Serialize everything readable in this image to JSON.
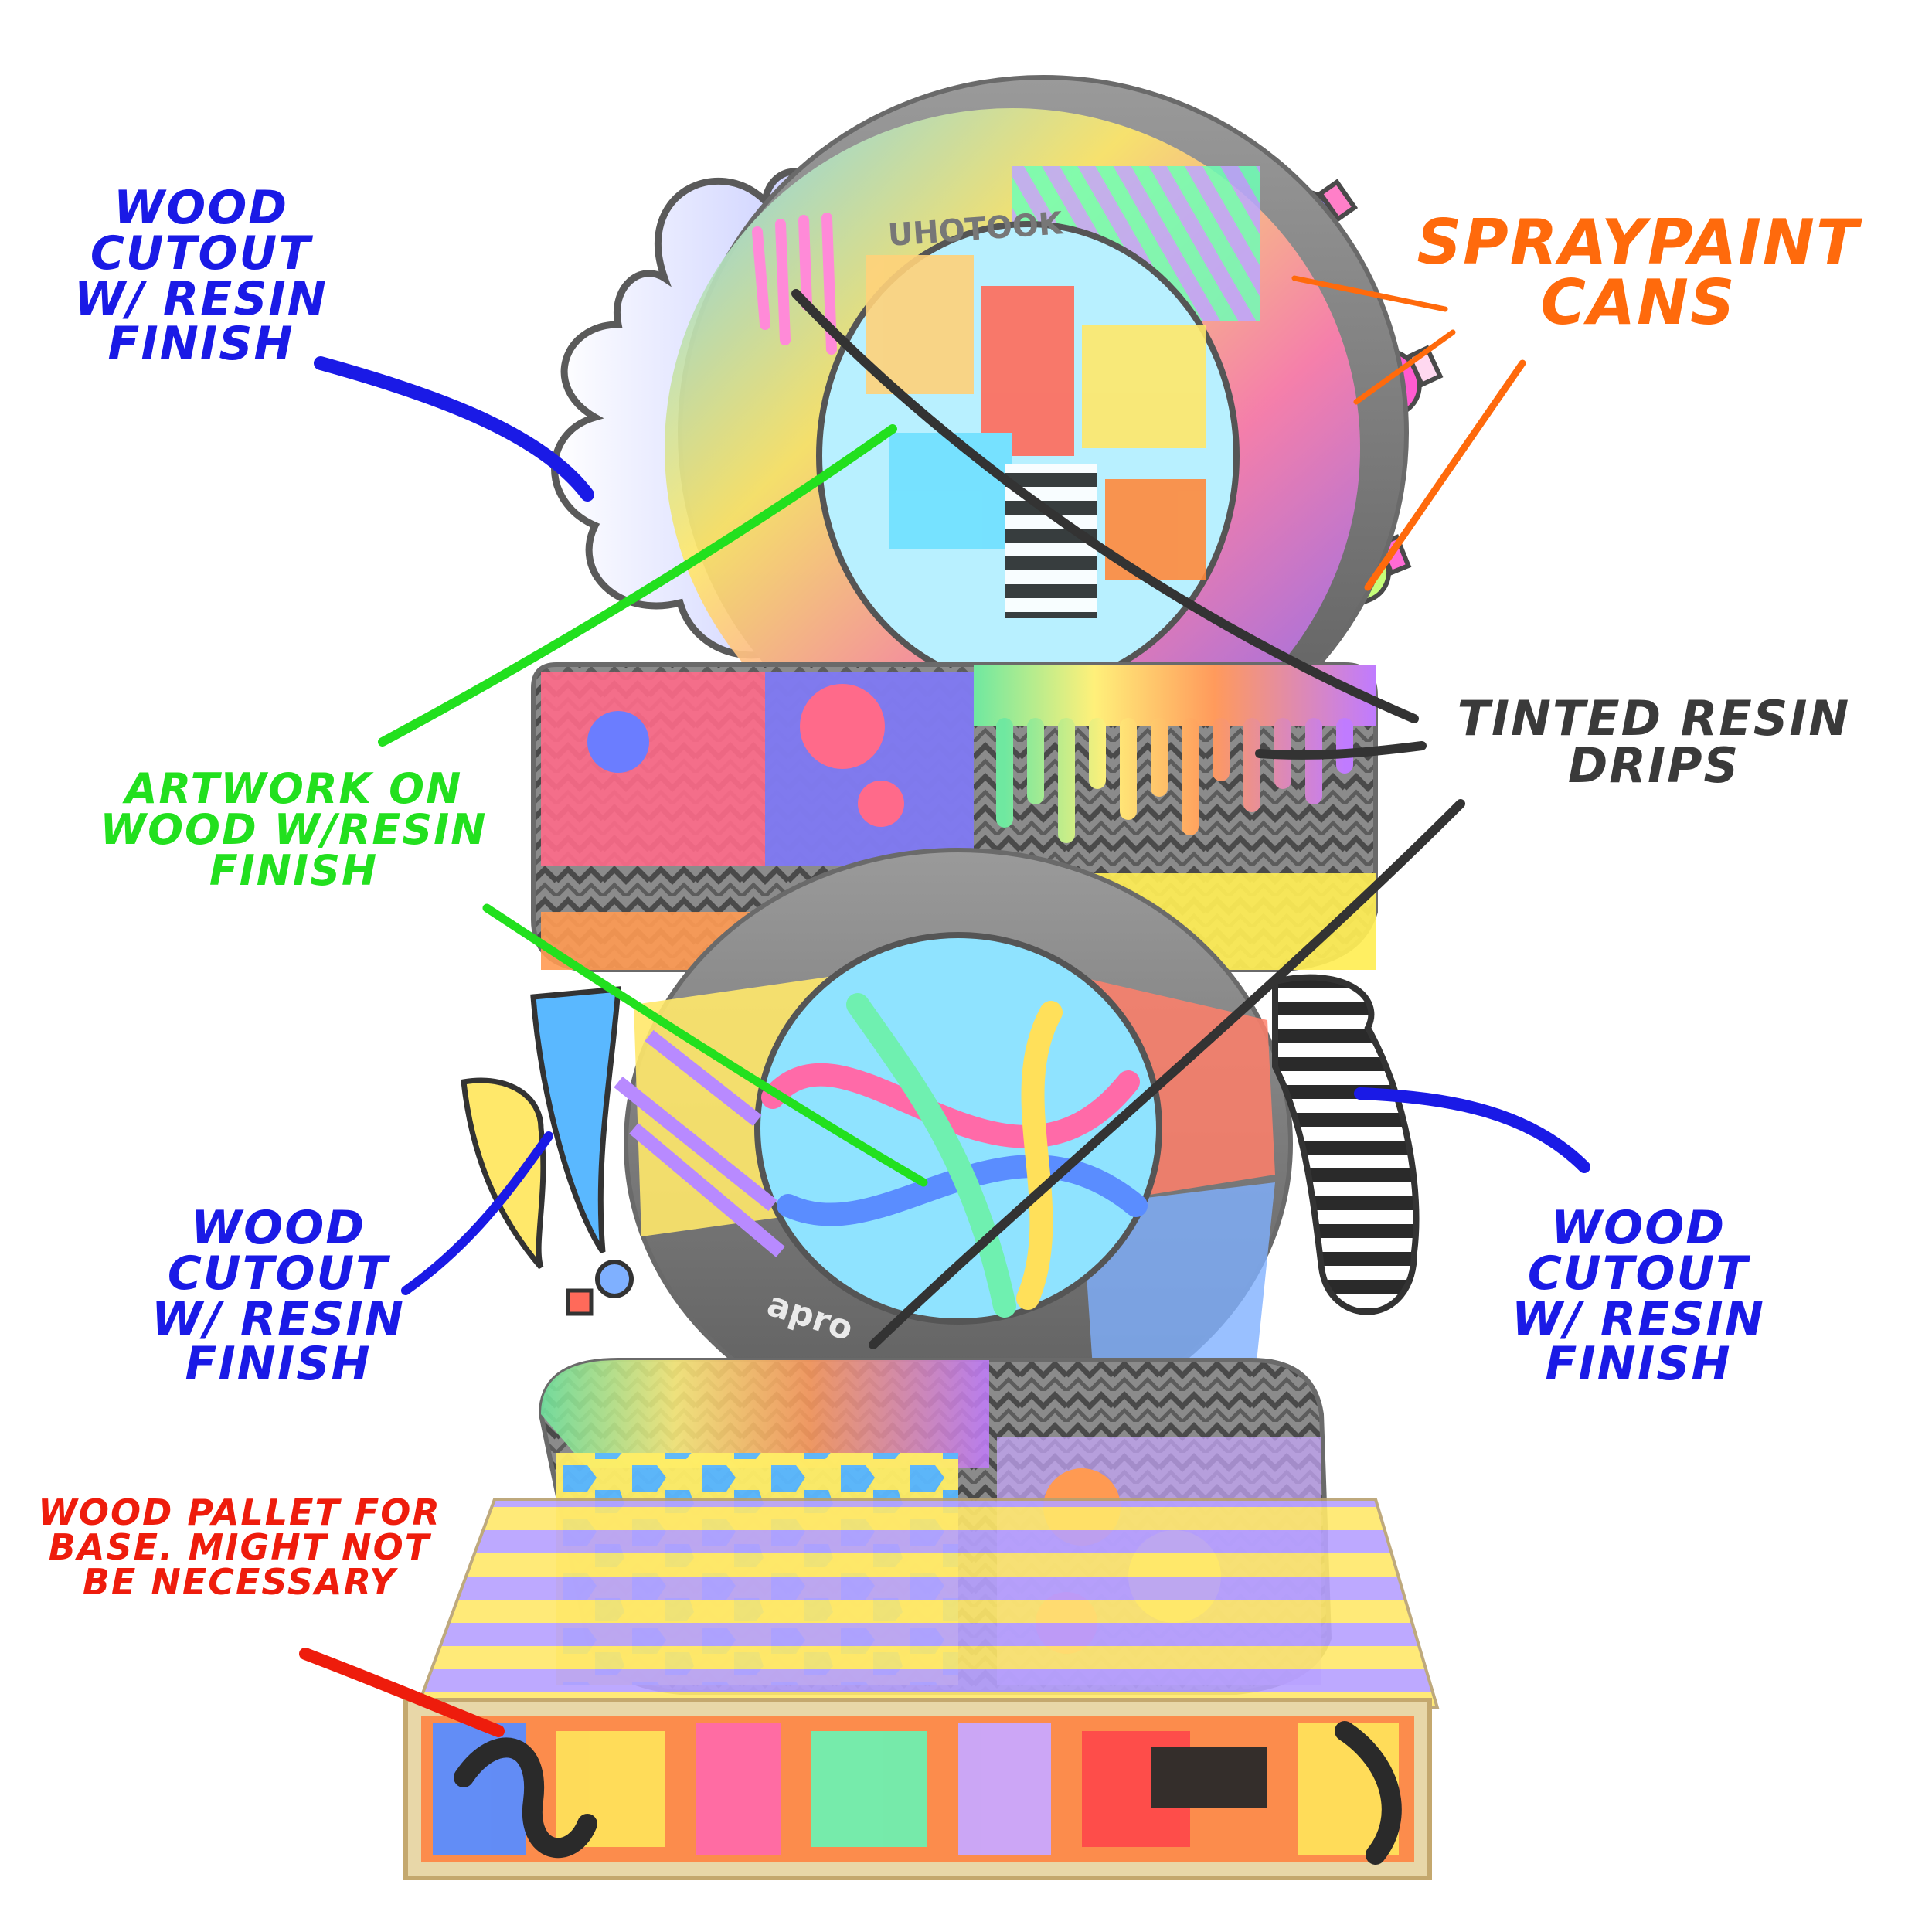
{
  "colors": {
    "cutout_label": "#1a1ae6",
    "spraypaint_label": "#ff6a0c",
    "artwork_label": "#22e01e",
    "resin_label": "#3a3a3a",
    "pallet_label": "#ee1c0c"
  },
  "labels": {
    "cutout_top_left": [
      "WOOD",
      "CUTOUT",
      "W/ RESIN",
      "FINISH"
    ],
    "spraypaint": [
      "SPRAYPAINT",
      "CANS"
    ],
    "tinted_resin": [
      "TINTED RESIN",
      "DRIPS"
    ],
    "artwork": [
      "ARTWORK ON",
      "WOOD W/RESIN",
      "FINISH"
    ],
    "cutout_bottom_left": [
      "WOOD",
      "CUTOUT",
      "W/ RESIN",
      "FINISH"
    ],
    "cutout_bottom_right": [
      "WOOD",
      "CUTOUT",
      "W/ RESIN",
      "FINISH"
    ],
    "pallet": [
      "WOOD PALLET FOR",
      "BASE. MIGHT NOT",
      "BE NECESSARY"
    ]
  },
  "illustration": {
    "tire_brand_text": [
      "UHOTOOK",
      "apro"
    ]
  }
}
